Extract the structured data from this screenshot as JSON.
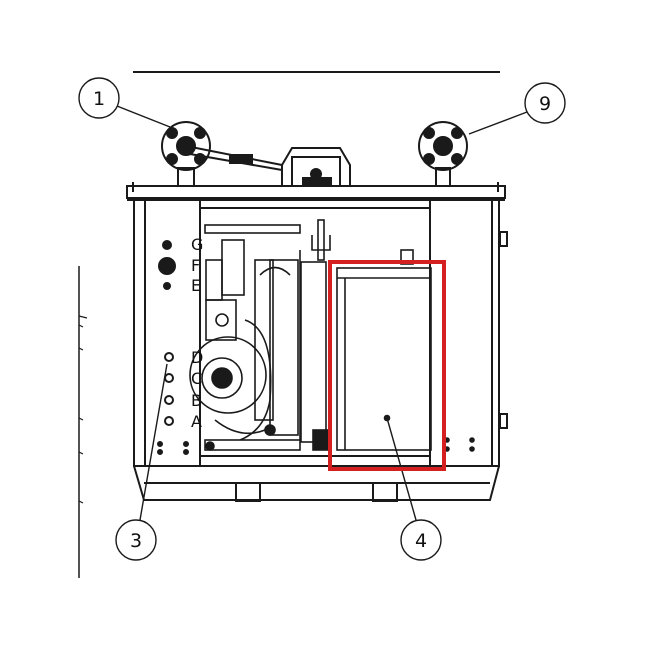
{
  "diagram": {
    "callouts": [
      "1",
      "9",
      "3",
      "4"
    ],
    "panel_labels": [
      "G",
      "F",
      "E",
      "D",
      "C",
      "B",
      "A"
    ],
    "highlight_color": "#d42020"
  }
}
